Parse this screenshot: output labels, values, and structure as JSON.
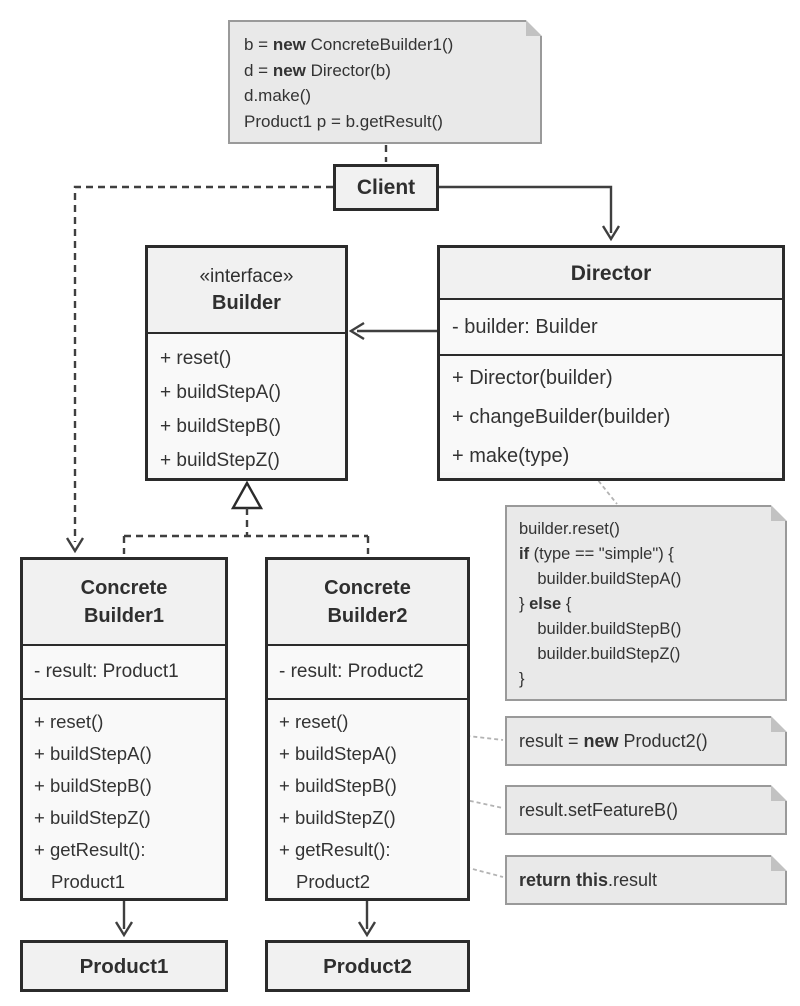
{
  "colors": {
    "box_border": "#2b2b2b",
    "box_header_bg": "#f1f1f1",
    "box_body_bg": "#f9f9f9",
    "note_bg": "#e9e9e9",
    "note_border": "#9a9a9a",
    "text": "#333333",
    "connector_dark": "#3f3f3f",
    "connector_note": "#b3b3b3"
  },
  "top_note": {
    "lines": [
      {
        "pre": "b = ",
        "bold": "new",
        "post": " ConcreteBuilder1()"
      },
      {
        "pre": "d = ",
        "bold": "new",
        "post": " Director(b)"
      },
      {
        "pre": "d.make()",
        "bold": "",
        "post": ""
      },
      {
        "pre": "Product1 p = b.getResult()",
        "bold": "",
        "post": ""
      }
    ]
  },
  "client": {
    "title": "Client"
  },
  "builder": {
    "stereotype": "«interface»",
    "title": "Builder",
    "methods": [
      "+ reset()",
      "+ buildStepA()",
      "+ buildStepB()",
      "+ buildStepZ()"
    ]
  },
  "director": {
    "title": "Director",
    "field": "- builder: Builder",
    "methods": [
      "+ Director(builder)",
      "+ changeBuilder(builder)",
      "+ make(type)"
    ]
  },
  "make_note": {
    "lines": [
      {
        "pre": "builder.reset()",
        "bold": "",
        "post": ""
      },
      {
        "pre": "",
        "bold": "if",
        "post": " (type == \"simple\") {"
      },
      {
        "pre": "    builder.buildStepA()",
        "bold": "",
        "post": ""
      },
      {
        "pre": "} ",
        "bold": "else",
        "post": " {"
      },
      {
        "pre": "    builder.buildStepB()",
        "bold": "",
        "post": ""
      },
      {
        "pre": "    builder.buildStepZ()",
        "bold": "",
        "post": ""
      },
      {
        "pre": "}",
        "bold": "",
        "post": ""
      }
    ]
  },
  "concrete_builder1": {
    "title_line1": "Concrete",
    "title_line2": "Builder1",
    "field": "- result: Product1",
    "methods": [
      "+ reset()",
      "+ buildStepA()",
      "+ buildStepB()",
      "+ buildStepZ()",
      "+ getResult():",
      "Product1"
    ]
  },
  "concrete_builder2": {
    "title_line1": "Concrete",
    "title_line2": "Builder2",
    "field": "- result: Product2",
    "methods": [
      "+ reset()",
      "+ buildStepA()",
      "+ buildStepB()",
      "+ buildStepZ()",
      "+ getResult():",
      "Product2"
    ]
  },
  "side_notes": {
    "new_product": {
      "pre": "result = ",
      "bold": "new",
      "post": " Product2()"
    },
    "set_feature": {
      "pre": "result.setFeatureB()",
      "bold": "",
      "post": ""
    },
    "return_result": {
      "pre": "",
      "bold": "return this",
      "post": ".result"
    }
  },
  "product1": {
    "title": "Product1"
  },
  "product2": {
    "title": "Product2"
  }
}
